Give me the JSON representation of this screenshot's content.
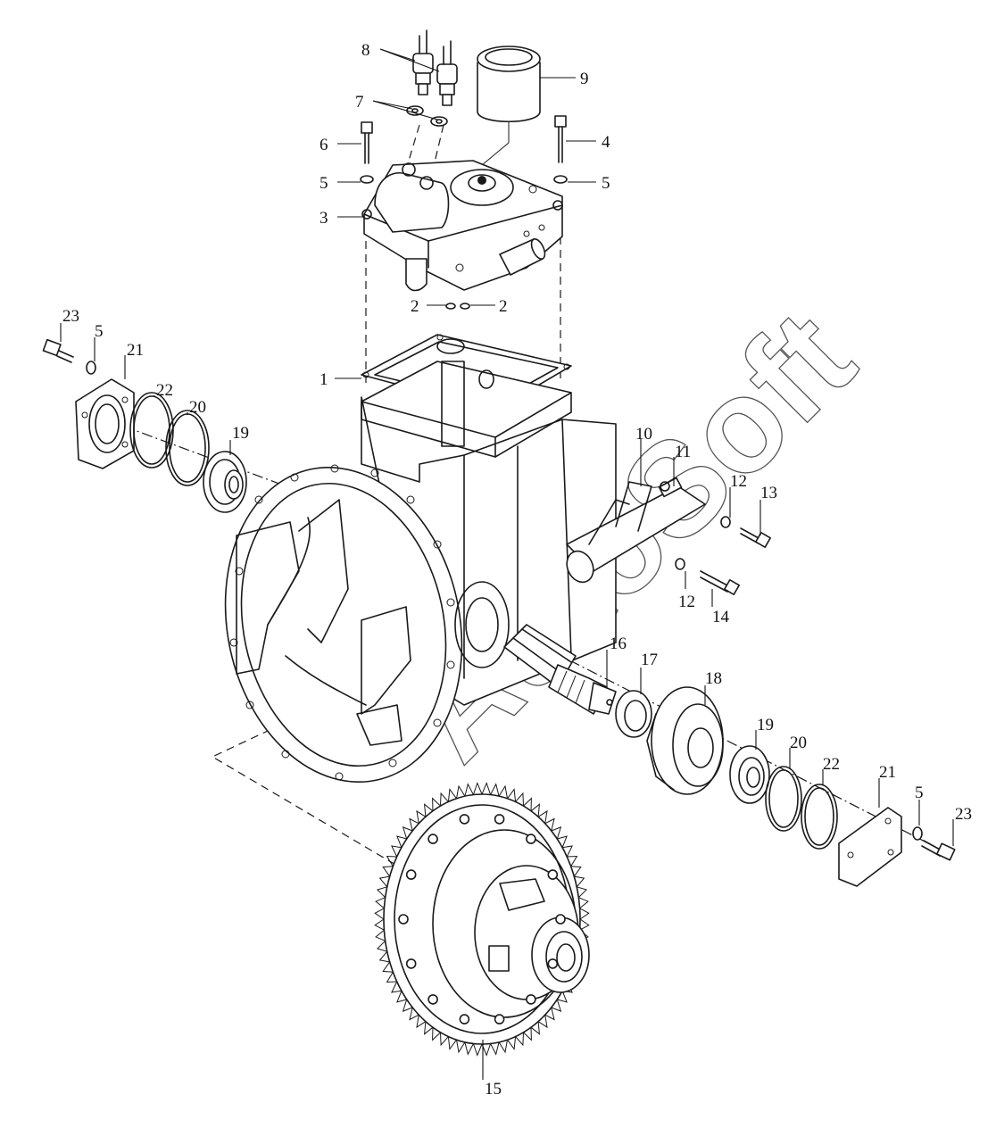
{
  "watermark": {
    "text": "AutoSoft",
    "color": "#555555"
  },
  "part_numbers": {
    "p1": "1",
    "p2a": "2",
    "p2b": "2",
    "p3": "3",
    "p4": "4",
    "p5a": "5",
    "p5b": "5",
    "p5c": "5",
    "p5d": "5",
    "p6": "6",
    "p7": "7",
    "p8": "8",
    "p9": "9",
    "p10": "10",
    "p11": "11",
    "p12a": "12",
    "p12b": "12",
    "p13": "13",
    "p14": "14",
    "p15": "15",
    "p16": "16",
    "p17": "17",
    "p18": "18",
    "p19a": "19",
    "p19b": "19",
    "p20a": "20",
    "p20b": "20",
    "p21a": "21",
    "p21b": "21",
    "p22a": "22",
    "p22b": "22",
    "p23a": "23",
    "p23b": "23"
  }
}
